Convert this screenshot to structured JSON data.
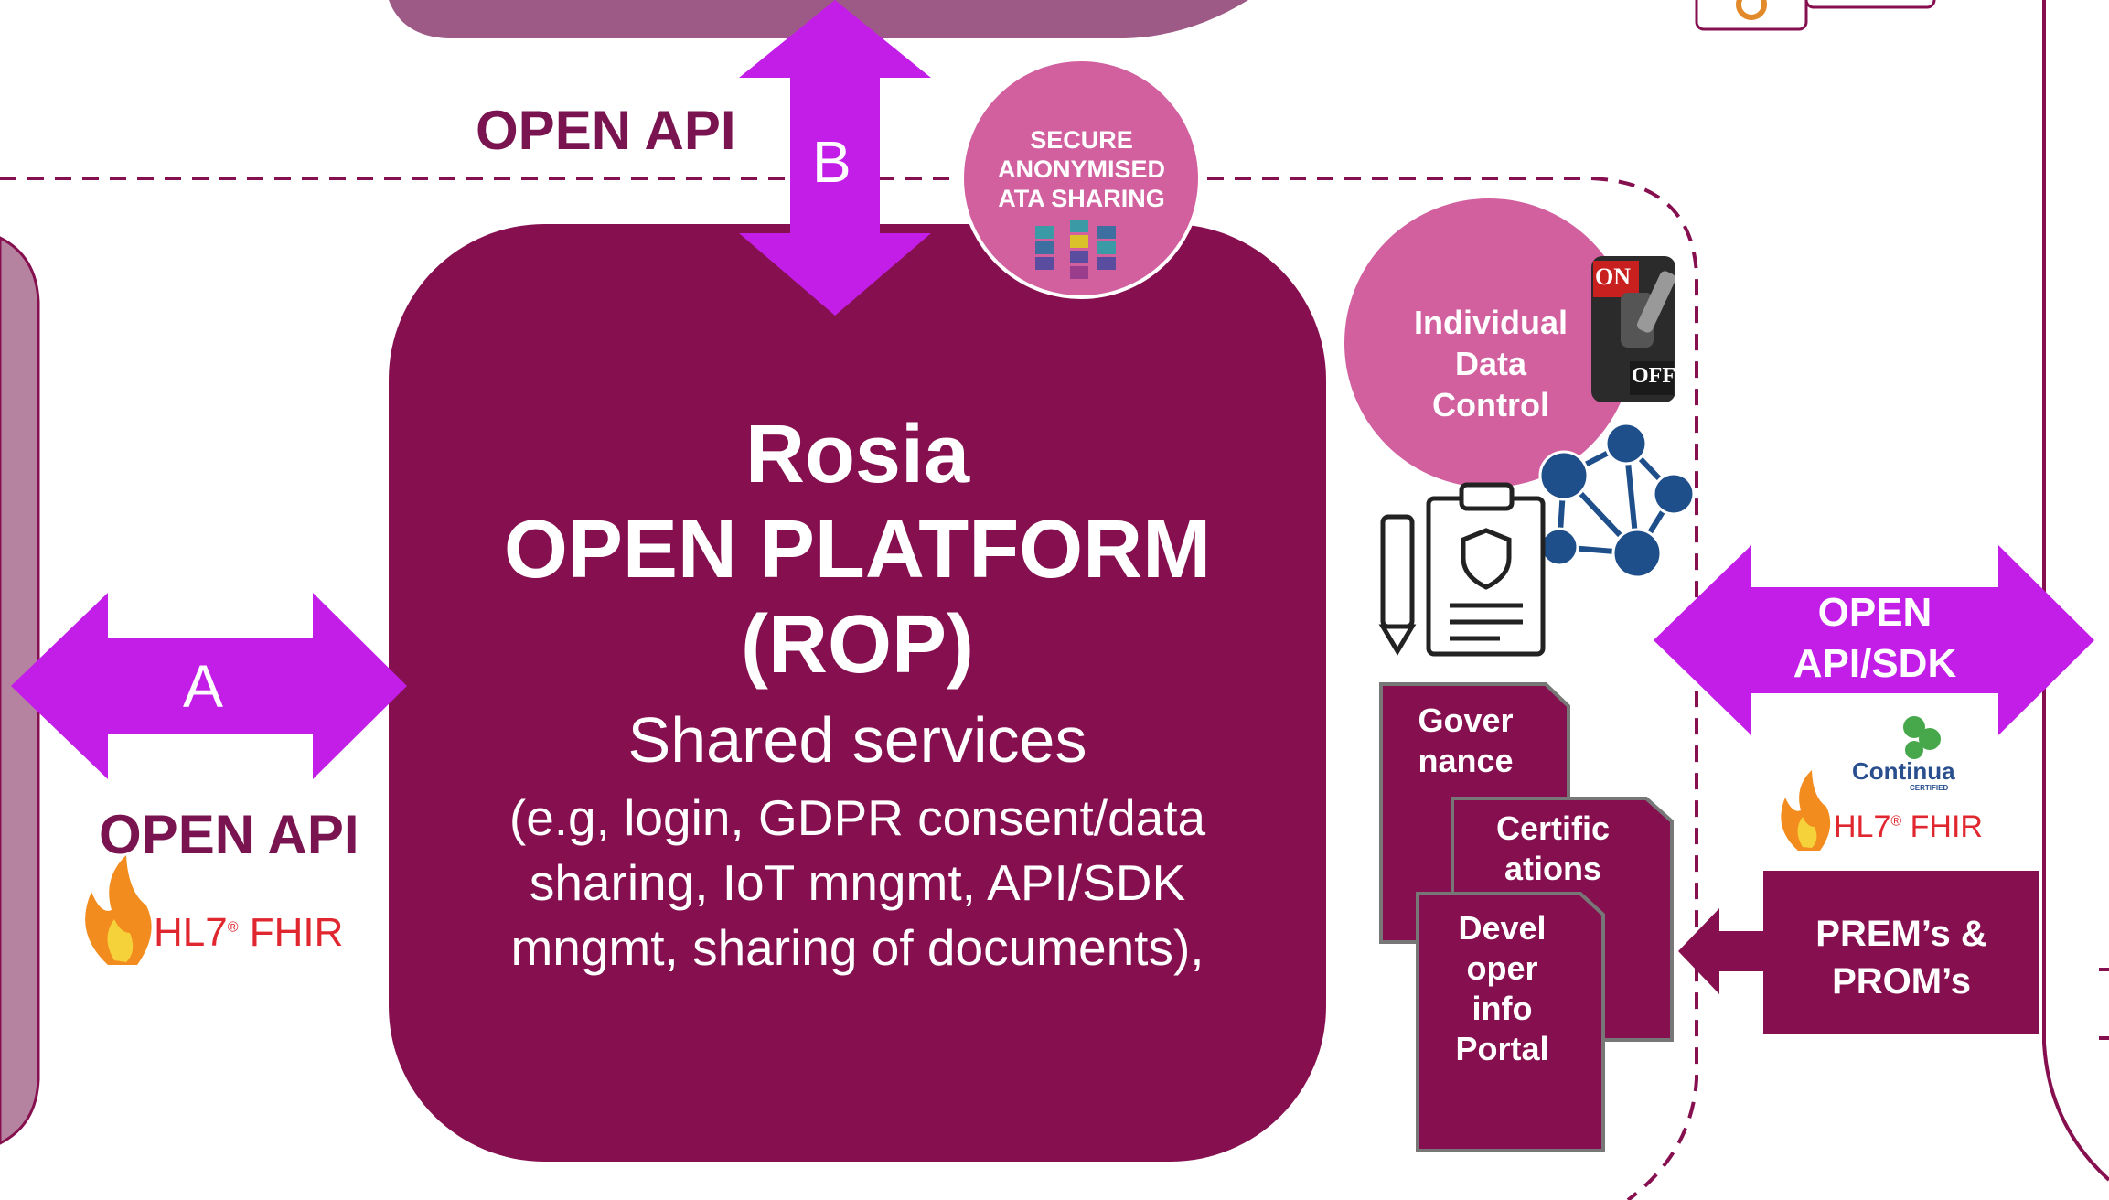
{
  "colors": {
    "maroon": "#86104f",
    "magenta_arrow": "#c21ee8",
    "pink_circle": "#d2609f",
    "panel_pink": "#9e5a86",
    "panel_light": "#b5839f"
  },
  "labels": {
    "open_api_top": "OPEN API",
    "arrow_b": "B",
    "arrow_a": "A",
    "open_api_left": "OPEN API",
    "secure_sharing": [
      "SECURE",
      "ANONYMISED",
      "ATA SHARING"
    ],
    "individual_control": [
      "Individual",
      "Data",
      "Control"
    ],
    "open_api_sdk": [
      "OPEN",
      "API/SDK"
    ],
    "prem_prom": [
      "PREM’s &",
      "PROM’s"
    ],
    "continua": "Continua",
    "continua_certified": "CERTIFIED",
    "switch_on": "ON",
    "switch_off": "OFF"
  },
  "fhir_logo": {
    "hl7": "HL7",
    "fhir": "FHIR",
    "reg": "®"
  },
  "main_box": {
    "title_lines": [
      "Rosia",
      "OPEN PLATFORM",
      "(ROP)"
    ],
    "subtitle": "Shared services",
    "description": [
      "(e.g, login, GDPR consent/data",
      "sharing, IoT mngmt, API/SDK",
      "mngmt, sharing of documents),"
    ]
  },
  "documents": [
    {
      "lines": [
        "Gover",
        "nance"
      ]
    },
    {
      "lines": [
        "Certific",
        "ations"
      ]
    },
    {
      "lines": [
        "Devel",
        "oper",
        "info",
        "Portal"
      ]
    }
  ]
}
